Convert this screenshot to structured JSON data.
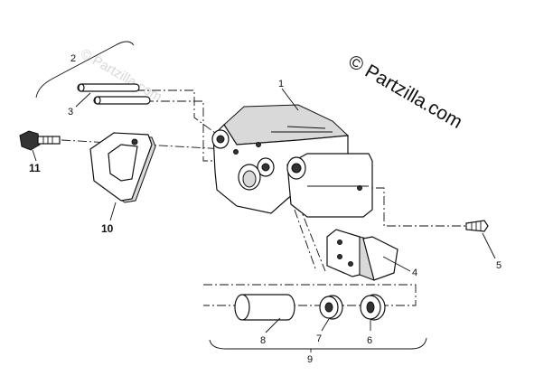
{
  "watermark": {
    "text": "© Partzilla.com",
    "faint_text": "© Partzilla.com"
  },
  "callouts": [
    {
      "id": "1",
      "label": "1"
    },
    {
      "id": "2",
      "label": "2"
    },
    {
      "id": "3",
      "label": "3"
    },
    {
      "id": "4",
      "label": "4"
    },
    {
      "id": "5",
      "label": "5"
    },
    {
      "id": "6",
      "label": "6"
    },
    {
      "id": "7",
      "label": "7"
    },
    {
      "id": "8",
      "label": "8"
    },
    {
      "id": "9",
      "label": "9"
    },
    {
      "id": "10",
      "label": "10"
    },
    {
      "id": "11",
      "label": "11"
    }
  ]
}
